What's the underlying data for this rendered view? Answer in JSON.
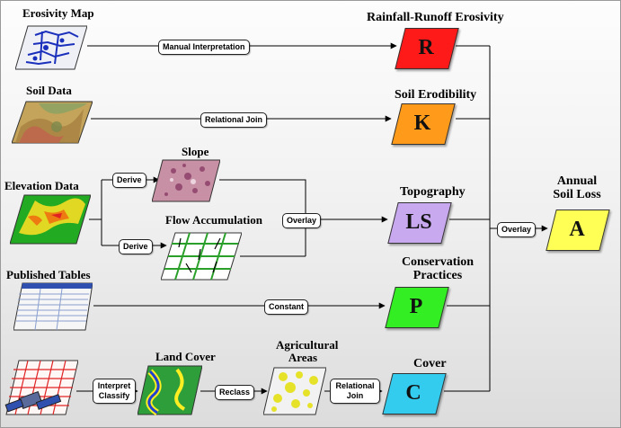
{
  "inputs": {
    "erosivity_map": "Erosivity Map",
    "soil_data": "Soil Data",
    "elevation_data": "Elevation Data",
    "published_tables": "Published Tables",
    "slope": "Slope",
    "flow_accumulation": "Flow Accumulation",
    "land_cover": "Land Cover",
    "agricultural_areas": "Agricultural Areas"
  },
  "operations": {
    "manual_interpretation": "Manual Interpretation",
    "relational_join": "Relational Join",
    "derive_slope": "Derive",
    "derive_flow": "Derive",
    "overlay_topo": "Overlay",
    "constant": "Constant",
    "interpret_classify": "Interpret Classify",
    "reclass": "Reclass",
    "relational_join_cover": "Relational Join",
    "overlay_final": "Overlay"
  },
  "factors": [
    {
      "key": "R",
      "title": "Rainfall-Runoff Erosivity",
      "color": "#ff1a1a"
    },
    {
      "key": "K",
      "title": "Soil Erodibility",
      "color": "#ff9a1a"
    },
    {
      "key": "LS",
      "title": "Topography",
      "color": "#c8a8ee"
    },
    {
      "key": "P",
      "title": "Conservation Practices",
      "color": "#33ee22"
    },
    {
      "key": "C",
      "title": "Cover",
      "color": "#33ccee"
    }
  ],
  "result": {
    "key": "A",
    "title": "Annual Soil Loss",
    "color": "#ffff55"
  }
}
